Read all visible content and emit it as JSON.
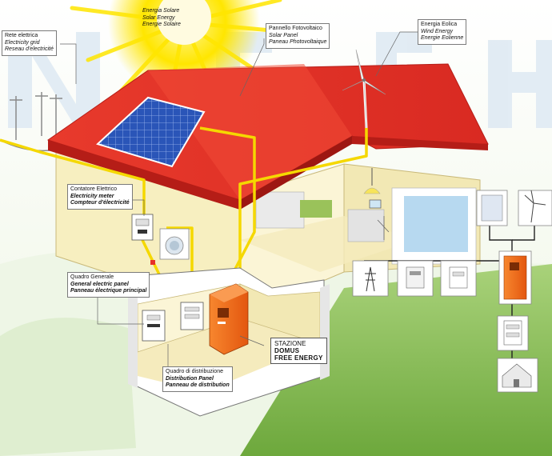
{
  "labels": {
    "solar": [
      "Energia Solare",
      "Solar Energy",
      "Energie Solaire"
    ],
    "grid": [
      "Rete elettrica",
      "Electricity grid",
      "Reseau d'electricité"
    ],
    "panel": [
      "Pannello Fotovoltaico",
      "Solar Panel",
      "Paneau Photovoltaique"
    ],
    "wind": [
      "Energia Eolica",
      "Wind Energy",
      "Energie Eolienne"
    ],
    "meter": [
      "Contatore Elettrico",
      "Electricity meter",
      "Compteur d'électricité"
    ],
    "main_panel": [
      "Quadro Generale",
      "General electric panel",
      "Panneau électrique principal"
    ],
    "distribution": [
      "Quadro di distribuzione",
      "Distribution Panel",
      "Panneau de distribution"
    ],
    "station": [
      "STAZIONE",
      "DOMUS",
      "FREE ENERGY"
    ]
  },
  "colors": {
    "sun": "#ffe600",
    "roof": "#e8312a",
    "wall": "#f7efc0",
    "wire": "#f5d800",
    "station": "#f26a1b",
    "lawn": "#7fb84a",
    "panel": "#2a55b8"
  },
  "icons": [
    "sun-icon",
    "wind-turbine-icon",
    "pylon-icon",
    "inverter-icon",
    "meter-icon",
    "station-icon",
    "panel-box-icon",
    "house-icon",
    "solar-panel-icon",
    "washing-machine-icon",
    "lamp-icon"
  ]
}
